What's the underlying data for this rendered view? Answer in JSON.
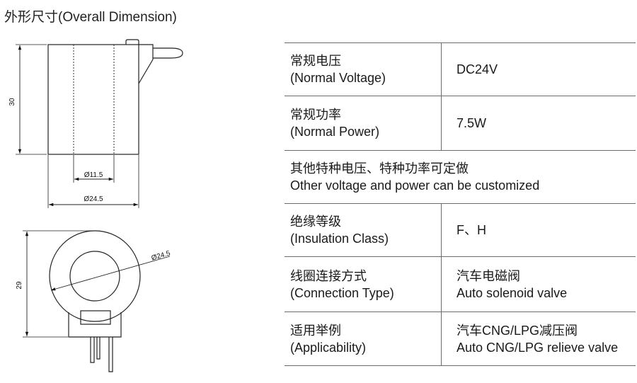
{
  "section_title": "外形尺寸(Overall Dimension)",
  "dimensions": {
    "height_side": "30",
    "inner_diameter": "Ø11.5",
    "outer_diameter_side": "Ø24.5",
    "height_front": "29",
    "outer_diameter_front": "Ø24.5"
  },
  "specs": {
    "voltage": {
      "label_cn": "常规电压",
      "label_en": "(Normal Voltage)",
      "value": "DC24V"
    },
    "power": {
      "label_cn": "常规功率",
      "label_en": "(Normal Power)",
      "value": "7.5W"
    },
    "custom_note": {
      "cn": "其他特种电压、特种功率可定做",
      "en": "Other voltage and power can be customized"
    },
    "insulation": {
      "label_cn": "绝缘等级",
      "label_en": "(Insulation Class)",
      "value": "F、H"
    },
    "connection": {
      "label_cn": "线圈连接方式",
      "label_en": "(Connection Type)",
      "value_cn": "汽车电磁阀",
      "value_en": "Auto solenoid valve"
    },
    "applicability": {
      "label_cn": "适用举例",
      "label_en": "(Applicability)",
      "value_cn": "汽车CNG/LPG减压阀",
      "value_en": "Auto CNG/LPG relieve valve"
    }
  }
}
